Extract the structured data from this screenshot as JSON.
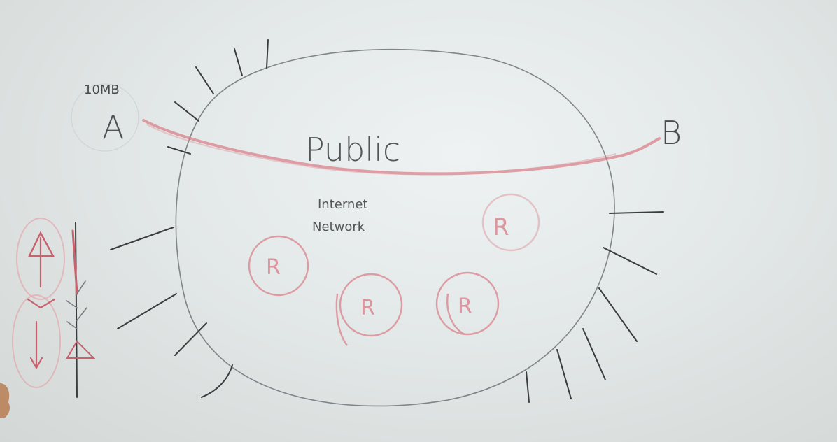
{
  "scene": "whiteboard",
  "colors": {
    "ink_black": "#2e3032",
    "ink_red": "#d9828c",
    "board": "#e6ebeb"
  },
  "labels": {
    "size": "10MB",
    "node_a": "A",
    "node_b": "B",
    "cloud_title": "Public",
    "cloud_sub_1": "Internet",
    "cloud_sub_2": "Network",
    "router_1": "R",
    "router_2": "R",
    "router_3": "R",
    "router_4": "R"
  }
}
